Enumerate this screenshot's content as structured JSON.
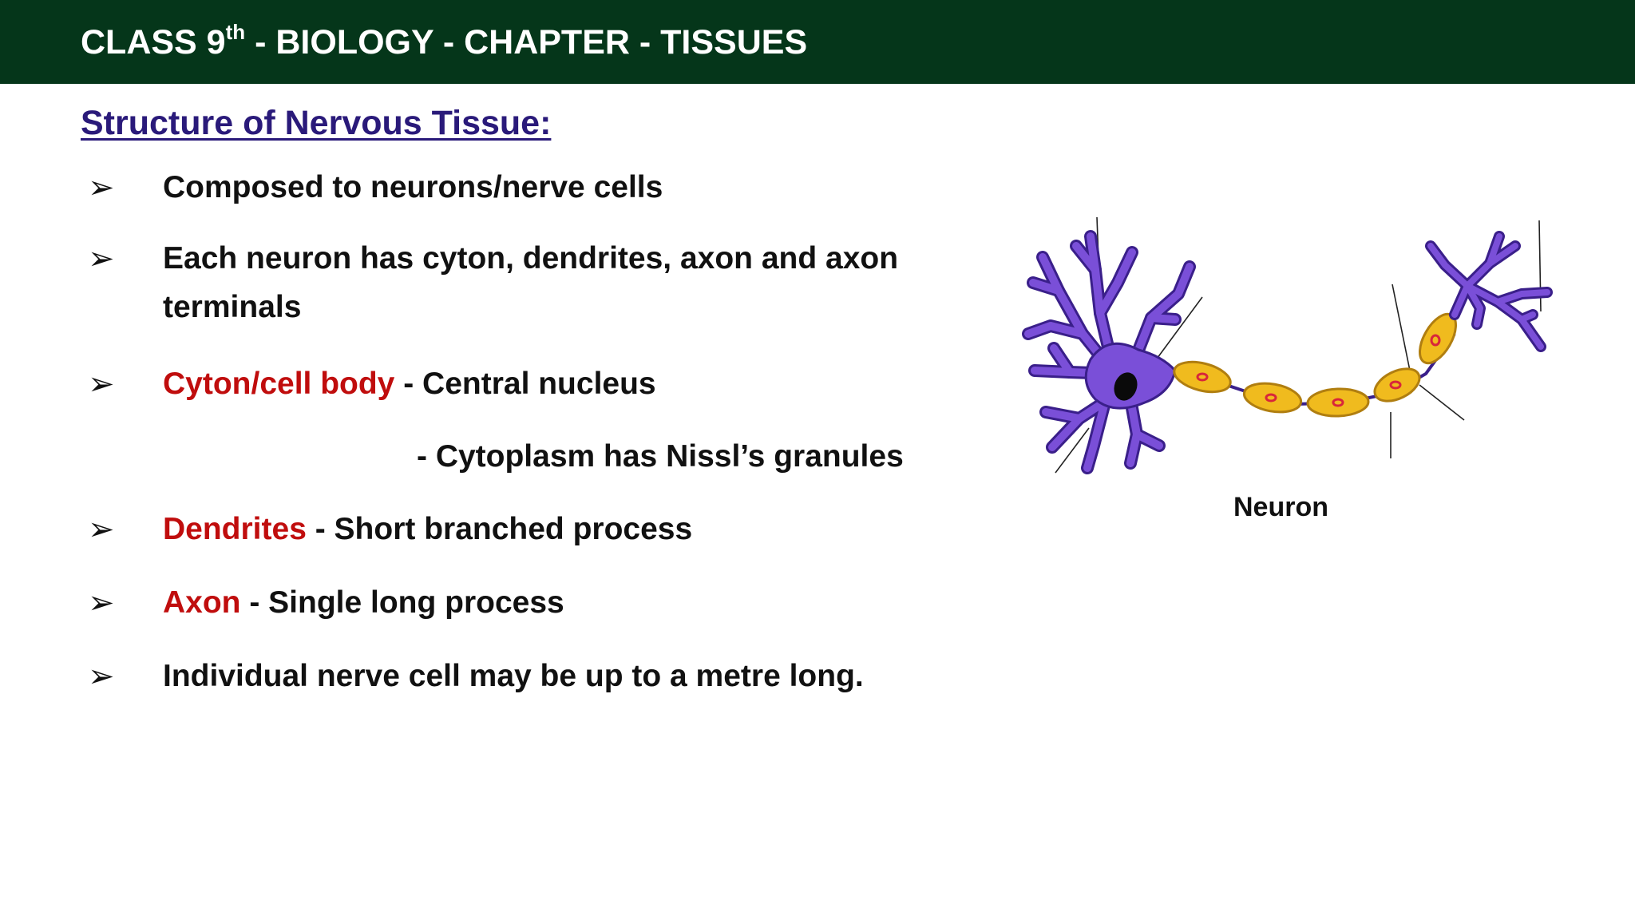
{
  "header": {
    "title_prefix": "CLASS 9",
    "title_sup": "th",
    "title_suffix": " - BIOLOGY - CHAPTER - TISSUES"
  },
  "section_title": "Structure of Nervous Tissue:",
  "bullet_glyph": "➢",
  "points": [
    {
      "text": "Composed to neurons/nerve cells"
    },
    {
      "line1": "Each neuron has cyton, dendrites, axon and axon",
      "line2": "terminals"
    },
    {
      "term": "Cyton/cell body",
      "desc": " - Central nucleus",
      "extra": "- Cytoplasm has Nissl’s granules"
    },
    {
      "term": "Dendrites",
      "desc": " - Short branched process"
    },
    {
      "term": "Axon",
      "desc": " - Single long process"
    },
    {
      "text": "Individual nerve cell may be up to a metre long."
    }
  ],
  "figure": {
    "caption": "Neuron",
    "colors": {
      "cell_body": "#7a4fd8",
      "outline": "#3a1f8a",
      "myelin": "#f0bb1e",
      "myelin_outline": "#b07e10",
      "node": "#d8263a",
      "nucleus": "#0a0a0a"
    }
  },
  "colors": {
    "header_bg": "#05361a",
    "title": "#2a1a7a",
    "term": "#c00d0d"
  }
}
